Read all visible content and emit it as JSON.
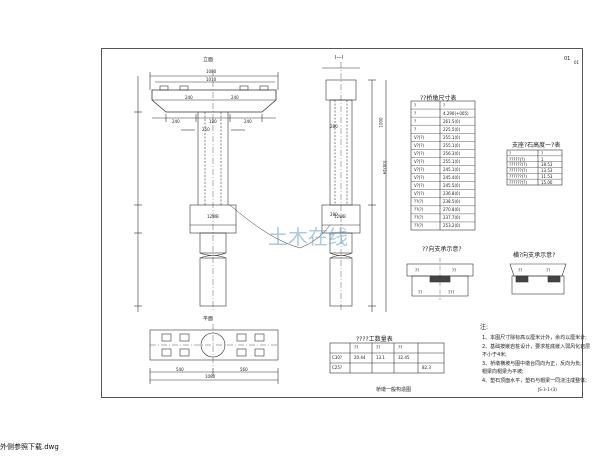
{
  "sheet": {
    "corner_top_right": [
      "01",
      "01"
    ],
    "view_front_title": "立面",
    "view_side_title": "I—I",
    "view_plan_title": "平面",
    "pile_label": "12WB",
    "title_block": "桥墩一般构造图",
    "drawing_no": "JS-3-1-(3)",
    "watermark": "土木在线",
    "dims_top": [
      "1080",
      "1010"
    ],
    "dims_cap": [
      "240",
      "240",
      "180",
      "240",
      "240"
    ],
    "dims_side": [
      "280",
      "250",
      "280"
    ],
    "dims_plan": [
      "1080",
      "540",
      "560"
    ],
    "dims_vertical": [
      "1000",
      "H1(00)"
    ]
  },
  "table_main": {
    "title": "??桥墩尺寸表",
    "headers": [
      "?",
      "?"
    ],
    "rows": [
      [
        "?",
        "?"
      ],
      [
        "?",
        "4.290(+005)"
      ],
      [
        "?",
        "261.5(0)"
      ],
      [
        "?",
        "225.5(0)"
      ],
      [
        "V?(?)",
        "255.1(0)"
      ],
      [
        "V?(?)",
        "255.1(0)"
      ],
      [
        "V?(?)",
        "256.3(0)"
      ],
      [
        "V?(?)",
        "255.1(0)"
      ],
      [
        "V?(?)",
        "245.1(0)"
      ],
      [
        "V?(?)",
        "245.4(0)"
      ],
      [
        "V?(?)",
        "245.5(0)"
      ],
      [
        "V?(?)",
        "236.8(0)"
      ],
      [
        "??(?)",
        "238.5(0)"
      ],
      [
        "??(?)",
        "270.8(0)"
      ],
      [
        "??(?)",
        "237.7(0)"
      ],
      [
        "??(?)",
        "253.2(0)"
      ]
    ]
  },
  "table_support": {
    "title": "支座?石高度一?表",
    "rows": [
      [
        "?",
        "?"
      ],
      [
        "?????(?)",
        "1"
      ],
      [
        "??????(?)",
        "18.53"
      ],
      [
        "??????(?)",
        "13.53"
      ],
      [
        "??????(?)",
        "11.53"
      ],
      [
        "??????(?)",
        "15.00"
      ]
    ]
  },
  "table_quantity": {
    "title": "????工数量表",
    "headers": [
      "",
      "??",
      "??",
      "??",
      ""
    ],
    "rows": [
      [
        "C30?",
        "20.44",
        "13.1",
        "32.45",
        ""
      ],
      [
        "C25?",
        "",
        "",
        "",
        "82.3"
      ]
    ]
  },
  "detail_left": {
    "title": "??向支承示意?",
    "labels": [
      "??",
      "??",
      "??",
      "???"
    ]
  },
  "detail_right": {
    "title": "横?向支承示意?",
    "labels": [
      "??",
      "??"
    ]
  },
  "notes": {
    "title": "注:",
    "items": [
      "1、本图尺寸除标高以厘米计外，余均以厘米计;",
      "2、基础按嵌岩桩设计，要求桩底嵌入弱风化岩层",
      "不小于4米;",
      "3、桥墩横坡与图中墩台同向为正，反向为负;",
      "帽梁向帽梁为平坡;",
      "4、垫石顶面水平，垫石与帽梁一同浇注成整体;"
    ]
  },
  "caption": "外侧参照下载.dwg",
  "colors": {
    "line": "#333333",
    "watermark": "#6aa0c8"
  }
}
